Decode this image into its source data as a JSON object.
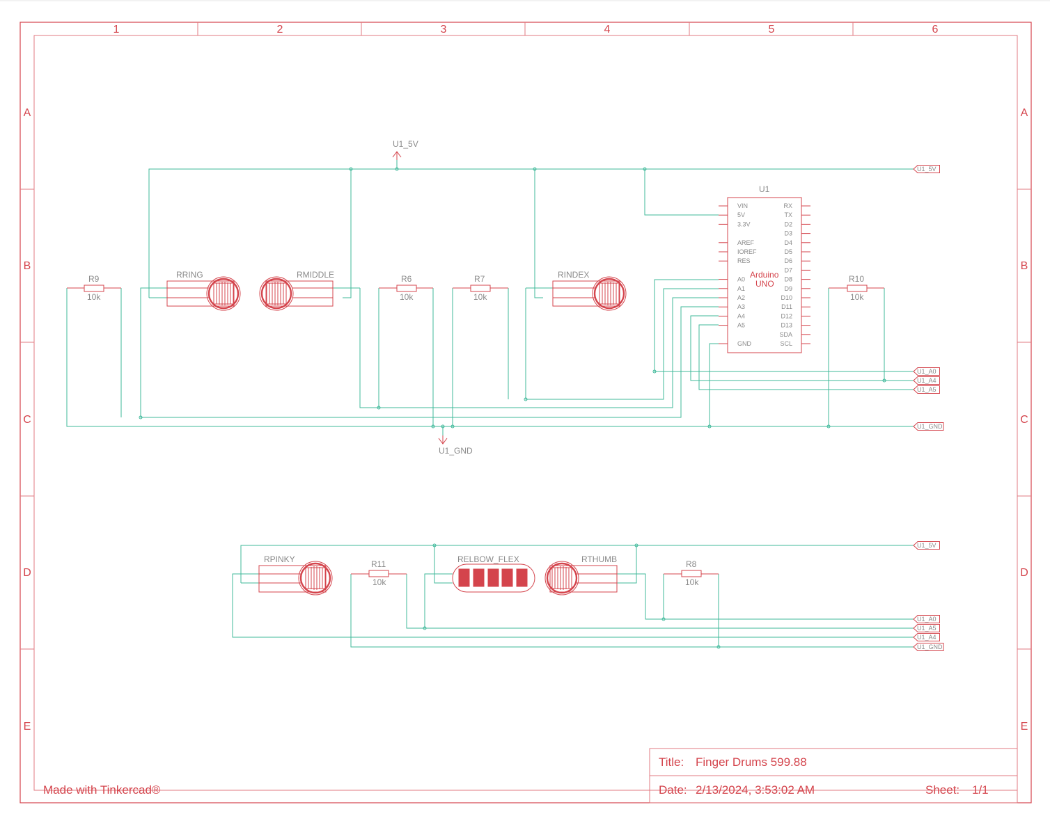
{
  "colors": {
    "frame": "#d4444c",
    "wire": "#3fb99a",
    "label": "#8a8a8a"
  },
  "zones": {
    "columns": [
      "1",
      "2",
      "3",
      "4",
      "5",
      "6"
    ],
    "rows": [
      "A",
      "B",
      "C",
      "D",
      "E"
    ]
  },
  "nets": {
    "vcc": "U1_5V",
    "gnd": "U1_GND"
  },
  "ports": {
    "p_5v_top": "U1_5V",
    "p_a0_top": "U1_A0",
    "p_a4_top": "U1_A4",
    "p_a5_top": "U1_A5",
    "p_gnd_top": "U1_GND",
    "p_5v_bot": "U1_5V",
    "p_a0_bot": "U1_A0",
    "p_a5_bot": "U1_A5",
    "p_a4_bot": "U1_A4",
    "p_gnd_bot": "U1_GND"
  },
  "components": {
    "r9": {
      "ref": "R9",
      "value": "10k"
    },
    "r6": {
      "ref": "R6",
      "value": "10k"
    },
    "r7": {
      "ref": "R7",
      "value": "10k"
    },
    "r10": {
      "ref": "R10",
      "value": "10k"
    },
    "r11": {
      "ref": "R11",
      "value": "10k"
    },
    "r8": {
      "ref": "R8",
      "value": "10k"
    },
    "rring": {
      "ref": "RRING"
    },
    "rmiddle": {
      "ref": "RMIDDLE"
    },
    "rindex": {
      "ref": "RINDEX"
    },
    "rpinky": {
      "ref": "RPINKY"
    },
    "rthumb": {
      "ref": "RTHUMB"
    },
    "relbow": {
      "ref": "RELBOW_FLEX"
    }
  },
  "arduino": {
    "ref": "U1",
    "name_line1": "Arduino",
    "name_line2": "UNO",
    "left_pins": [
      "VIN",
      "5V",
      "3.3V",
      "",
      "AREF",
      "IOREF",
      "RES",
      "",
      "A0",
      "A1",
      "A2",
      "A3",
      "A4",
      "A5",
      "",
      "GND"
    ],
    "right_pins": [
      "RX",
      "TX",
      "D2",
      "D3",
      "D4",
      "D5",
      "D6",
      "D7",
      "D8",
      "D9",
      "D10",
      "D11",
      "D12",
      "D13",
      "SDA",
      "SCL"
    ]
  },
  "title_block": {
    "title_label": "Title:",
    "title_value": "Finger Drums 599.88",
    "date_label": "Date:",
    "date_value": "2/13/2024, 3:53:02 AM",
    "sheet_label": "Sheet:",
    "sheet_value": "1/1"
  },
  "made_with": "Made with Tinkercad®"
}
